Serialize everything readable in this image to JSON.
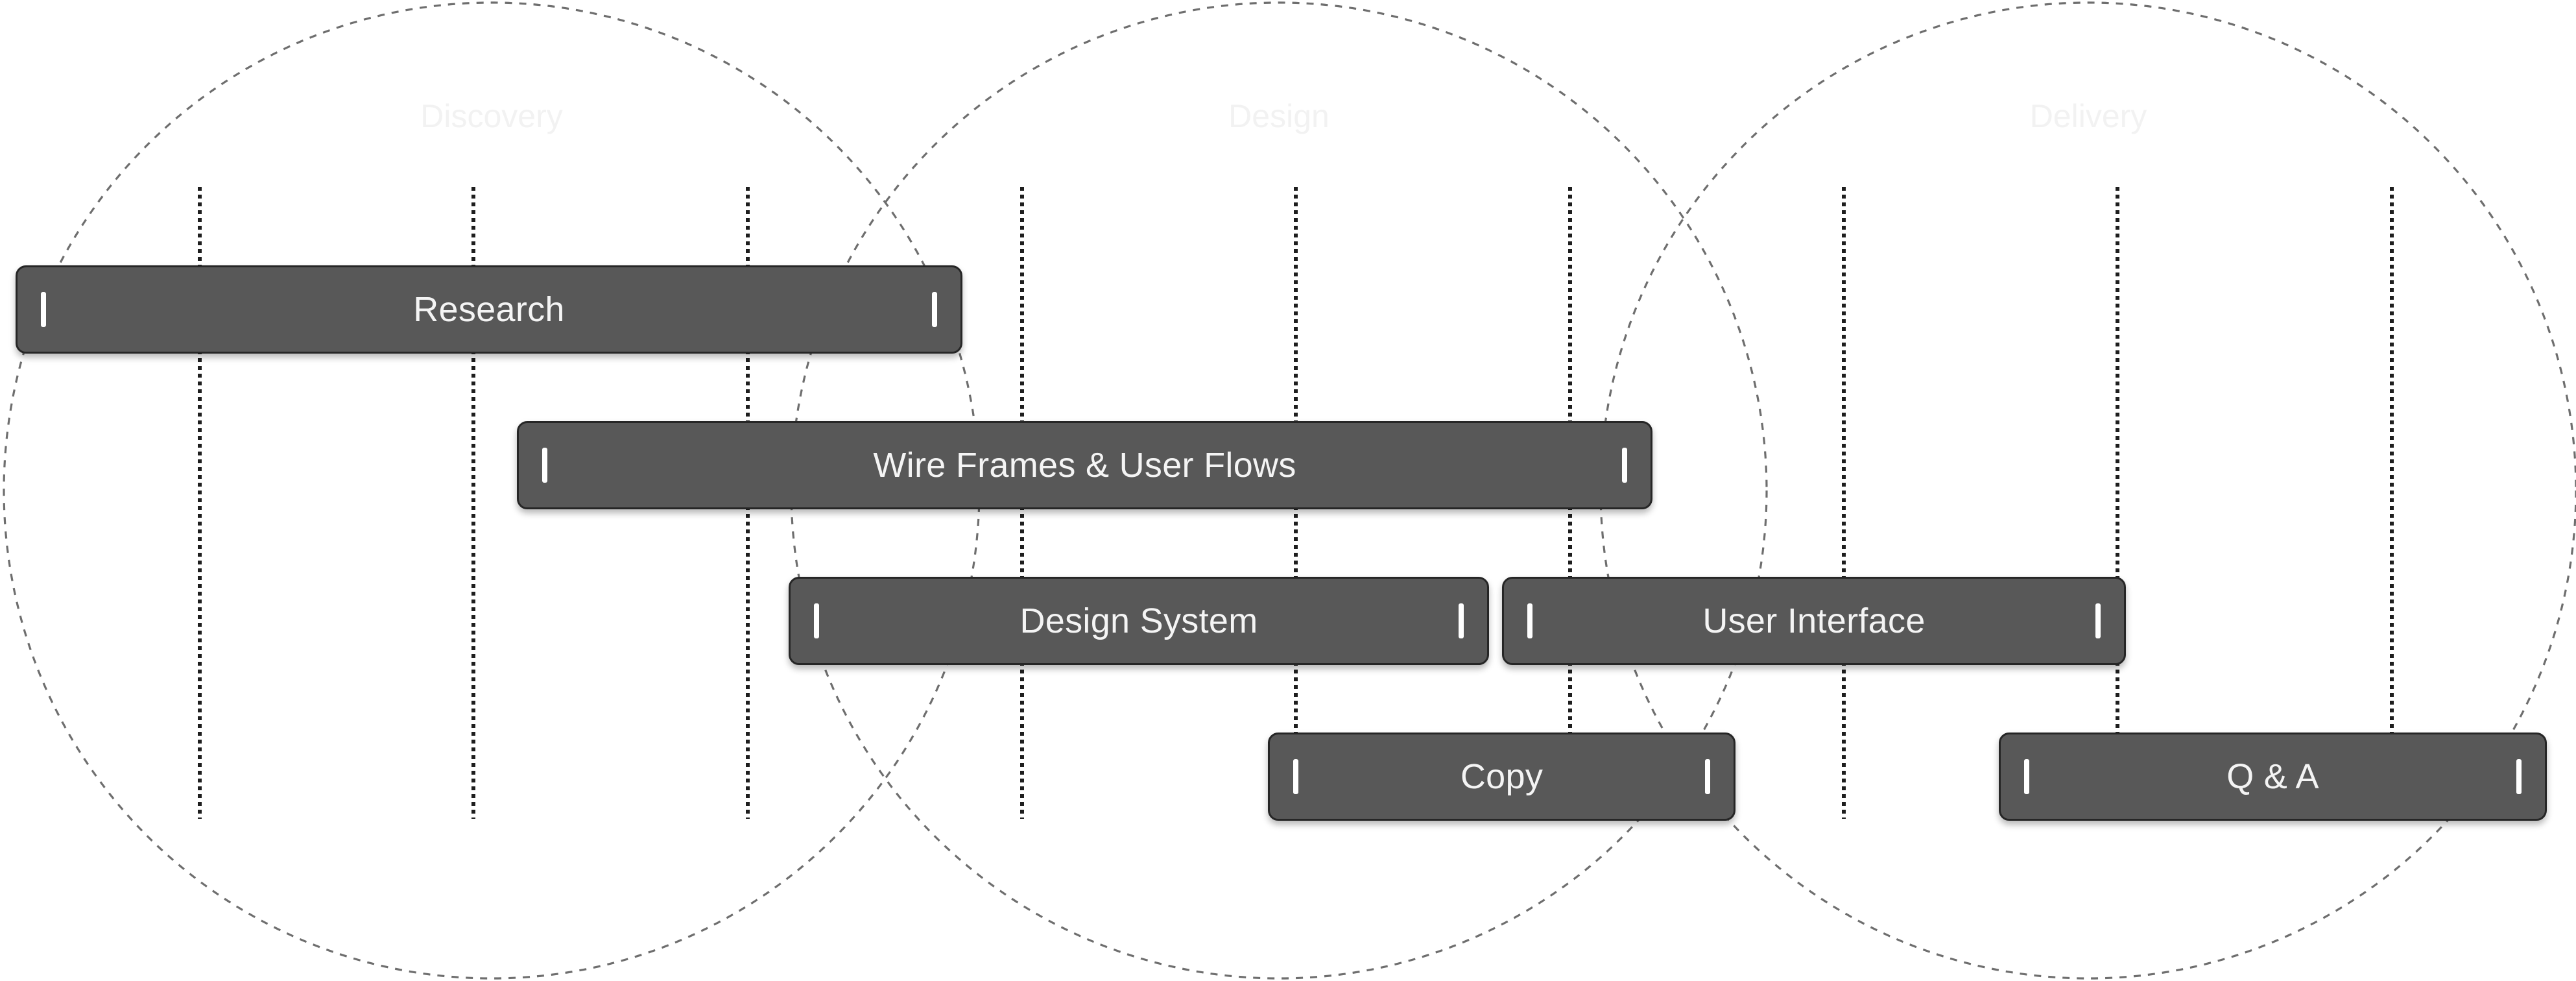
{
  "phases": [
    {
      "title": "Discovery"
    },
    {
      "title": "Design"
    },
    {
      "title": "Delivery"
    }
  ],
  "tasks": [
    {
      "label": "Research"
    },
    {
      "label": "Wire Frames & User Flows"
    },
    {
      "label": "Design System"
    },
    {
      "label": "User Interface"
    },
    {
      "label": "Copy"
    },
    {
      "label": "Q & A"
    }
  ]
}
